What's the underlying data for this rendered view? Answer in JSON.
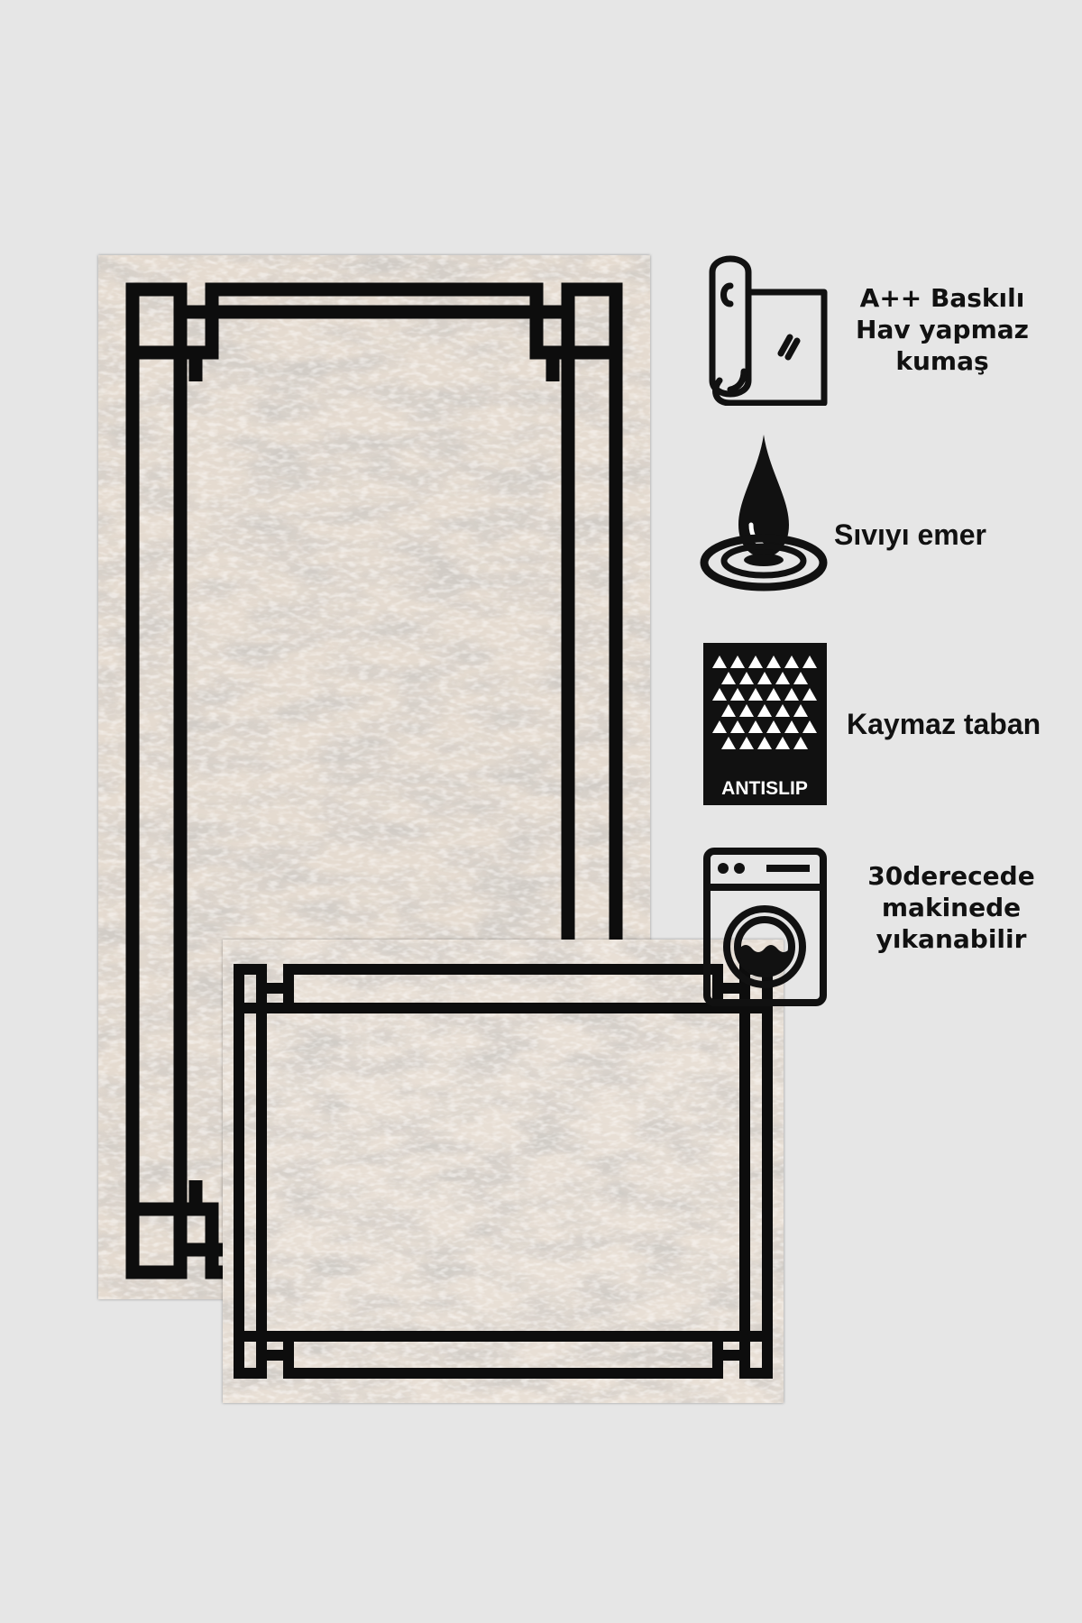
{
  "colors": {
    "background": "#e6e6e6",
    "rug_base": "#e5dbd0",
    "rug_texture": "#b3aca4",
    "border": "#0d0d0d",
    "icon": "#111111"
  },
  "rugs": [
    {
      "name": "large-runner-rug",
      "pattern": "greek-key-frame"
    },
    {
      "name": "small-rectangular-rug",
      "pattern": "greek-key-frame"
    }
  ],
  "features": [
    {
      "icon": "printed-fabric-roll-icon",
      "label": "A++ Baskılı\nHav yapmaz\nkumaş"
    },
    {
      "icon": "liquid-drop-icon",
      "label": "Sıvıyı emer"
    },
    {
      "icon": "antislip-icon",
      "label": "Kaymaz taban",
      "badge": "ANTISLIP"
    },
    {
      "icon": "washing-machine-icon",
      "label": "30derecede\nmakinede\nyıkanabilir"
    }
  ]
}
